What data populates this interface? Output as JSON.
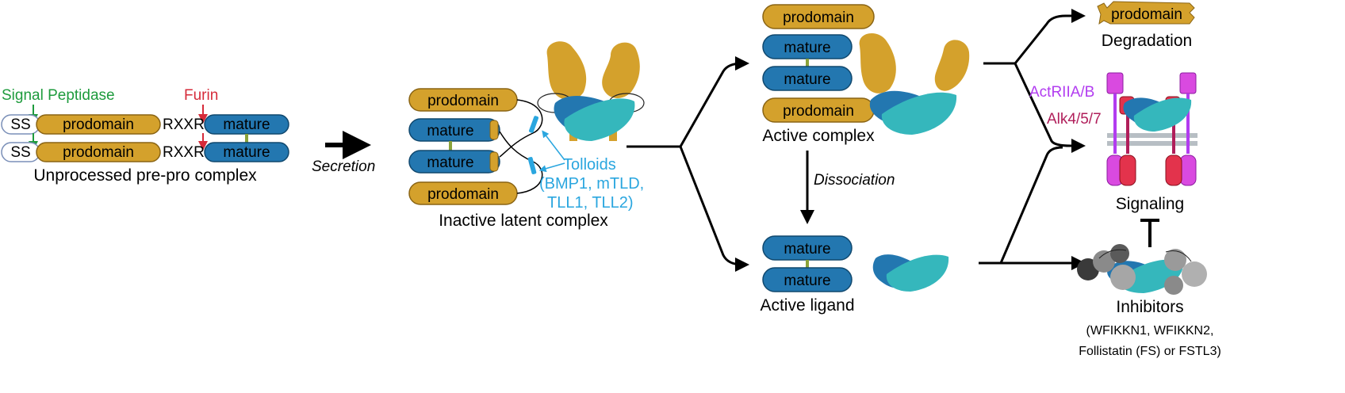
{
  "colors": {
    "prodomain": "#D4A12C",
    "prodomain_stroke": "#8A6414",
    "mature": "#2377B0",
    "mature_stroke": "#10486E",
    "teal": "#35B7BC",
    "signal_peptidase": "#1E9B3D",
    "furin": "#D62B3A",
    "tolloids": "#2AA6DF",
    "actriia": "#B23CF0",
    "alk": "#B01E5A",
    "receptor_pink": "#D94AE0",
    "receptor_red": "#E3334C",
    "inhibitor_grey": "#9A9A9A",
    "inhibitor_dark": "#3A3A3A"
  },
  "labels": {
    "signal_peptidase": "Signal Peptidase",
    "furin": "Furin",
    "ss": "SS",
    "prodomain": "prodomain",
    "mature": "mature",
    "rxxr": "RXXR",
    "unprocessed": "Unprocessed pre-pro complex",
    "secretion": "Secretion",
    "inactive_latent": "Inactive latent complex",
    "tolloids_1": "Tolloids",
    "tolloids_2": "(BMP1, mTLD,",
    "tolloids_3": "TLL1, TLL2)",
    "active_complex": "Active complex",
    "dissociation": "Dissociation",
    "active_ligand": "Active ligand",
    "degradation": "Degradation",
    "actriia": "ActRIIA/B",
    "alk": "Alk4/5/7",
    "signaling": "Signaling",
    "inhibitors": "Inhibitors",
    "inhibitors_list_1": "(WFIKKN1, WFIKKN2,",
    "inhibitors_list_2": "Follistatin (FS) or FSTL3)"
  }
}
